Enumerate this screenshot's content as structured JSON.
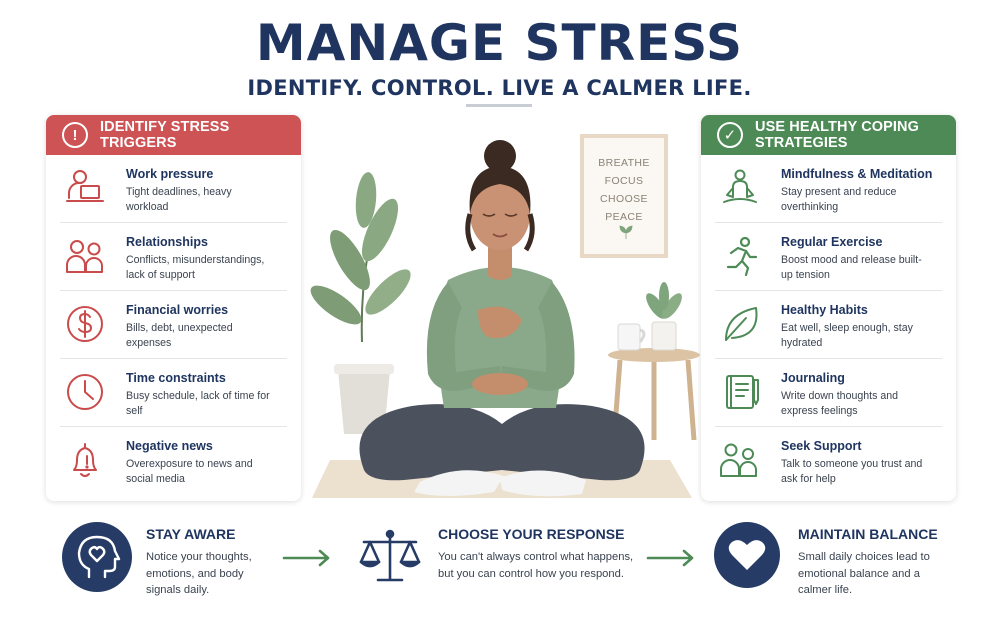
{
  "header": {
    "title": "MANAGE STRESS",
    "subtitle": "IDENTIFY. CONTROL. LIVE A CALMER LIFE."
  },
  "left_panel": {
    "heading": "IDENTIFY STRESS TRIGGERS",
    "heading_icon": "alert-circle-icon",
    "accent_color": "#cd5354",
    "items": [
      {
        "title": "Work pressure",
        "desc": "Tight deadlines, heavy workload",
        "icon": "person-laptop-icon"
      },
      {
        "title": "Relationships",
        "desc": "Conflicts, misunderstandings, lack of support",
        "icon": "two-people-icon"
      },
      {
        "title": "Financial worries",
        "desc": "Bills, debt, unexpected expenses",
        "icon": "dollar-coin-icon"
      },
      {
        "title": "Time constraints",
        "desc": "Busy schedule, lack of time for self",
        "icon": "clock-icon"
      },
      {
        "title": "Negative news",
        "desc": "Overexposure to news and social media",
        "icon": "bell-alert-icon"
      }
    ]
  },
  "right_panel": {
    "heading": "USE HEALTHY COPING STRATEGIES",
    "heading_icon": "check-circle-icon",
    "accent_color": "#4d8a56",
    "items": [
      {
        "title": "Mindfulness & Meditation",
        "desc": "Stay present and reduce overthinking",
        "icon": "meditation-icon"
      },
      {
        "title": "Regular Exercise",
        "desc": "Boost mood and release built-up tension",
        "icon": "running-icon"
      },
      {
        "title": "Healthy Habits",
        "desc": "Eat well, sleep enough, stay hydrated",
        "icon": "leaf-icon"
      },
      {
        "title": "Journaling",
        "desc": "Write down thoughts and express feelings",
        "icon": "journal-icon"
      },
      {
        "title": "Seek Support",
        "desc": "Talk to someone you trust and ask for help",
        "icon": "support-people-icon"
      }
    ]
  },
  "center": {
    "frame_lines": [
      "BREATHE",
      "FOCUS",
      "CHOOSE",
      "PEACE"
    ]
  },
  "bottom": [
    {
      "title": "STAY AWARE",
      "desc": "Notice your thoughts, emotions, and body signals daily.",
      "icon": "head-heart-icon"
    },
    {
      "title": "CHOOSE YOUR RESPONSE",
      "desc": "You can't always control what happens, but you can control how you respond.",
      "icon": "scales-icon"
    },
    {
      "title": "MAINTAIN BALANCE",
      "desc": "Small daily choices lead to emotional balance and a calmer life.",
      "icon": "heart-icon"
    }
  ],
  "colors": {
    "navy": "#1f3560",
    "red": "#cd5354",
    "green": "#4d8a56",
    "shirt": "#8aa98a",
    "pants": "#4b525d"
  }
}
